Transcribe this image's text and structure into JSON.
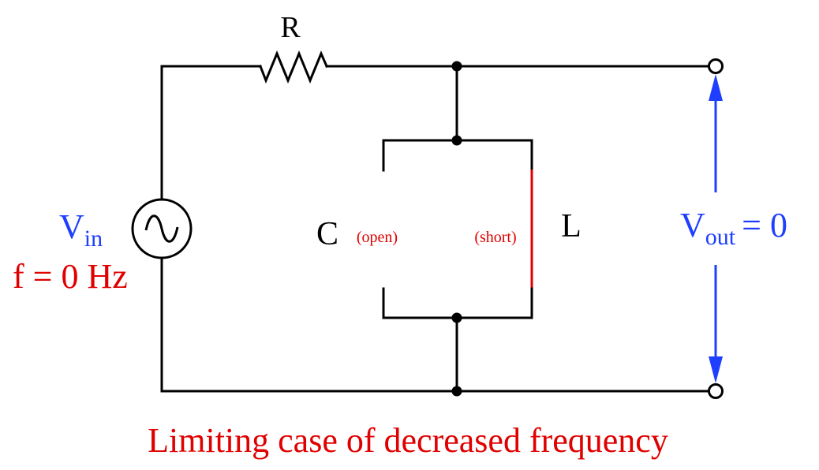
{
  "diagram": {
    "title": "Limiting case of decreased frequency",
    "colors": {
      "wire": "#000000",
      "highlight": "#e00000",
      "voltage": "#1f3fff"
    },
    "labels": {
      "resistor": "R",
      "capacitor": "C",
      "capacitor_state": "(open)",
      "inductor": "L",
      "inductor_state": "(short)",
      "vin_main": "V",
      "vin_sub": "in",
      "frequency": "f = 0 Hz",
      "vout_main": "V",
      "vout_sub": "out",
      "vout_value": "= 0"
    },
    "components": [
      {
        "id": "source",
        "type": "ac-voltage-source"
      },
      {
        "id": "R",
        "type": "resistor"
      },
      {
        "id": "C",
        "type": "capacitor",
        "state": "open"
      },
      {
        "id": "L",
        "type": "inductor",
        "state": "short"
      }
    ]
  }
}
